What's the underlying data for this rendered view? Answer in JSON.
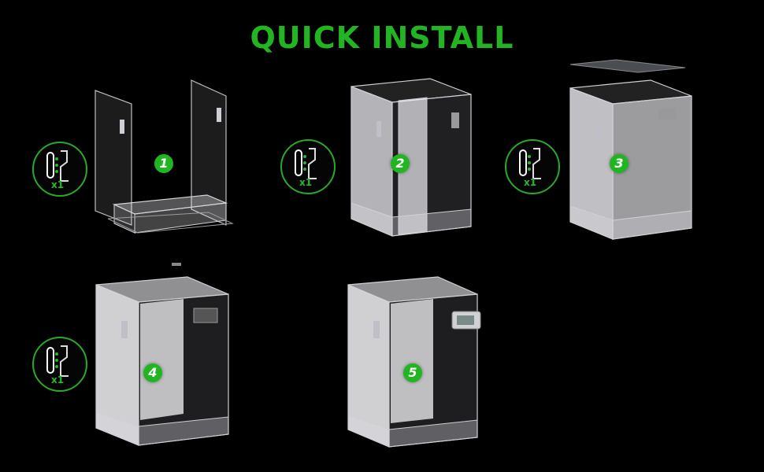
{
  "title": "QUICK INSTALL",
  "colors": {
    "accent": "#22b522",
    "background": "#000000",
    "acrylic": "#e8e8ea"
  },
  "hinge_quantity": "x1",
  "steps": [
    {
      "number": "1"
    },
    {
      "number": "2"
    },
    {
      "number": "3"
    },
    {
      "number": "4"
    },
    {
      "number": "5"
    }
  ]
}
